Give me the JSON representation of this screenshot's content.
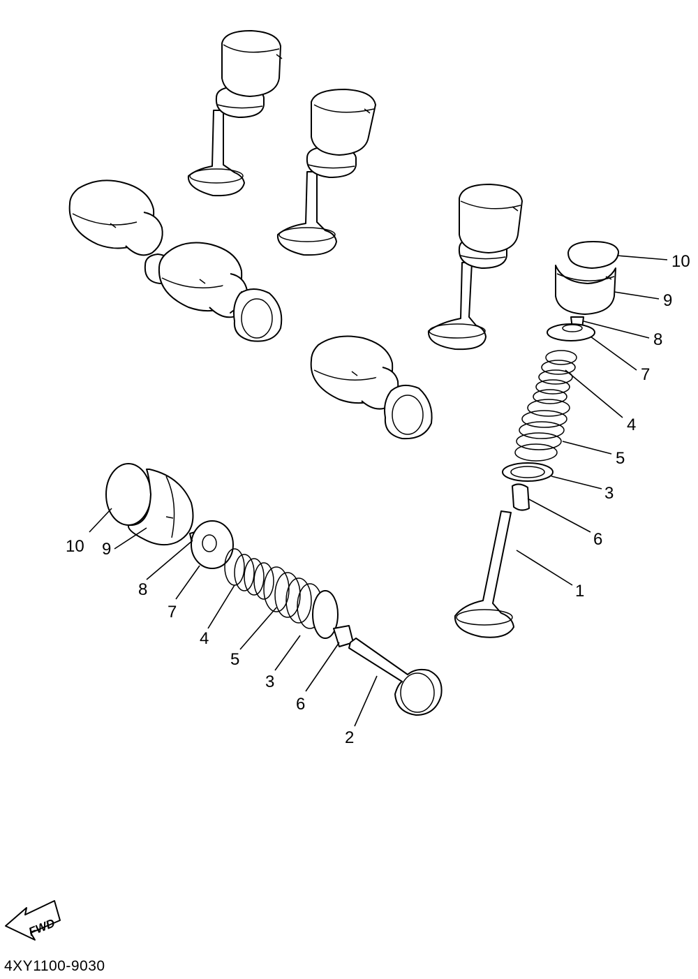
{
  "diagram": {
    "right_callouts": [
      {
        "id": "r10",
        "label": "10"
      },
      {
        "id": "r9",
        "label": "9"
      },
      {
        "id": "r8",
        "label": "8"
      },
      {
        "id": "r7",
        "label": "7"
      },
      {
        "id": "r4",
        "label": "4"
      },
      {
        "id": "r5",
        "label": "5"
      },
      {
        "id": "r3",
        "label": "3"
      },
      {
        "id": "r6",
        "label": "6"
      },
      {
        "id": "r1",
        "label": "1"
      }
    ],
    "left_callouts": [
      {
        "id": "l10",
        "label": "10"
      },
      {
        "id": "l9",
        "label": "9"
      },
      {
        "id": "l8",
        "label": "8"
      },
      {
        "id": "l7",
        "label": "7"
      },
      {
        "id": "l4",
        "label": "4"
      },
      {
        "id": "l5",
        "label": "5"
      },
      {
        "id": "l3",
        "label": "3"
      },
      {
        "id": "l6",
        "label": "6"
      },
      {
        "id": "l2",
        "label": "2"
      }
    ],
    "fwd_label": "FWD",
    "diagram_code": "4XY1100-9030"
  }
}
